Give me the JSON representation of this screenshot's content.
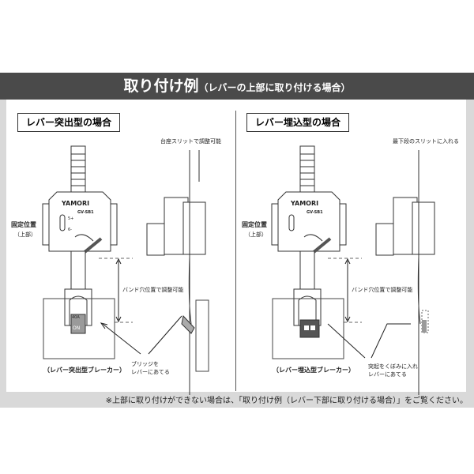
{
  "title": {
    "main": "取り付け例",
    "sub": "（レバーの上部に取り付ける場合）"
  },
  "left": {
    "heading": "レバー突出型の場合",
    "slit_note": "台座スリットで調整可能",
    "fixed_pos": "固定位置",
    "fixed_pos_sub": "（上部）",
    "band_note": "バンド穴位置で調整可能",
    "bridge_note_1": "ブリッジを",
    "bridge_note_2": "レバーにあてる",
    "breaker_caption": "（レバー突出型ブレーカー）",
    "switch_rating": "40A",
    "switch_state": "ON"
  },
  "right": {
    "heading": "レバー埋込型の場合",
    "slit_note": "最下段のスリットに入れる",
    "fixed_pos": "固定位置",
    "fixed_pos_sub": "（上部）",
    "band_note": "バンド穴位置で調整可能",
    "tab_note_1": "突起をくぼみに入れ",
    "tab_note_2": "レバーにあてる",
    "breaker_caption": "（レバー埋込型ブレーカー）"
  },
  "device": {
    "brand": "YAMORI",
    "model": "GV-SB1",
    "mark_5": "5+",
    "mark_6": "6-"
  },
  "footnote": "※上部に取り付けができない場合は、「取り付け例（レバー下部に取り付ける場合）」をご覧ください。"
}
